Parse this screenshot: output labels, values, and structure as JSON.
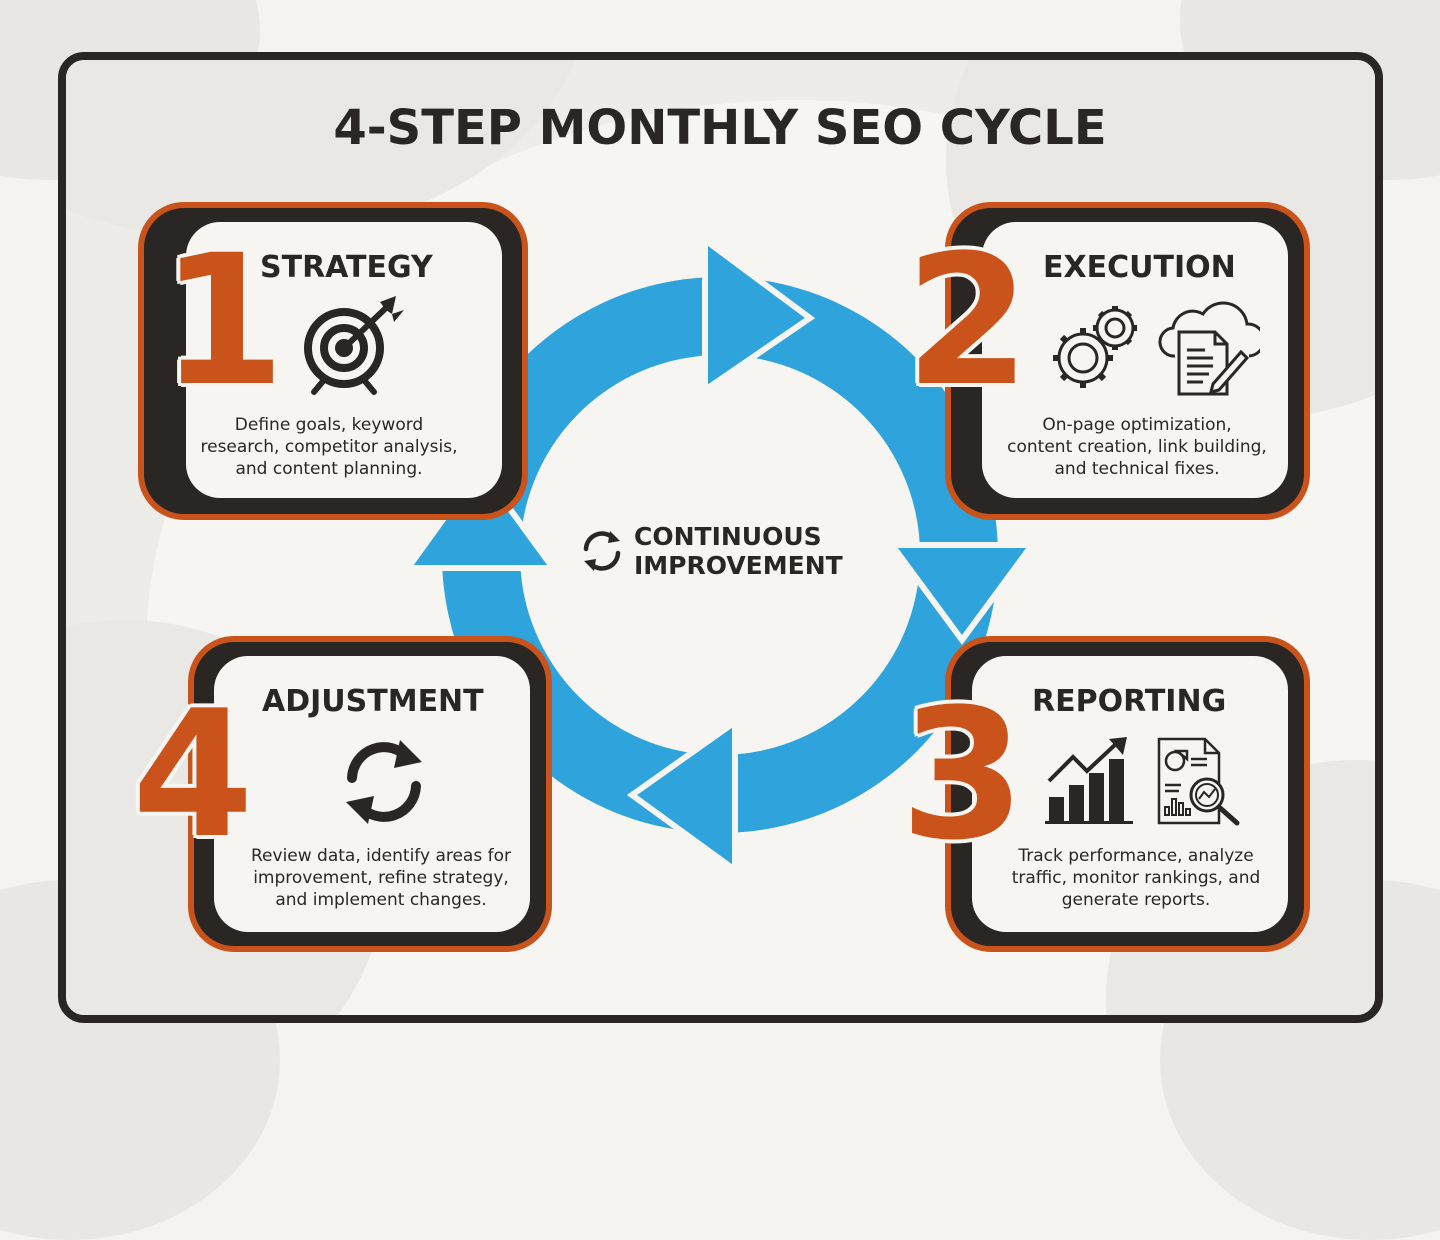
{
  "title": "4-STEP MONTHLY SEO CYCLE",
  "center": {
    "icon": "refresh-cycle-icon",
    "line1": "CONTINUOUS",
    "line2": "IMPROVEMENT"
  },
  "colors": {
    "accent_orange": "#c9531a",
    "dark": "#2a2624",
    "cycle_blue": "#2ea3dc",
    "panel": "#f6f5f1",
    "background": "#f4f3ef"
  },
  "steps": [
    {
      "number": "1",
      "title": "STRATEGY",
      "icons": [
        "target-arrow-icon"
      ],
      "description": [
        "Define goals, keyword",
        "research, competitor analysis,",
        "and content planning."
      ]
    },
    {
      "number": "2",
      "title": "EXECUTION",
      "icons": [
        "gears-icon",
        "cloud-document-edit-icon"
      ],
      "description": [
        "On-page optimization,",
        "content creation, link building,",
        "and technical fixes."
      ]
    },
    {
      "number": "3",
      "title": "REPORTING",
      "icons": [
        "growth-bar-chart-icon",
        "report-magnifier-icon"
      ],
      "description": [
        "Track performance, analyze",
        "traffic, monitor rankings, and",
        "generate reports."
      ]
    },
    {
      "number": "4",
      "title": "ADJUSTMENT",
      "icons": [
        "refresh-cycle-icon"
      ],
      "description": [
        "Review data, identify areas for",
        "improvement, refine strategy,",
        "and implement changes."
      ]
    }
  ]
}
